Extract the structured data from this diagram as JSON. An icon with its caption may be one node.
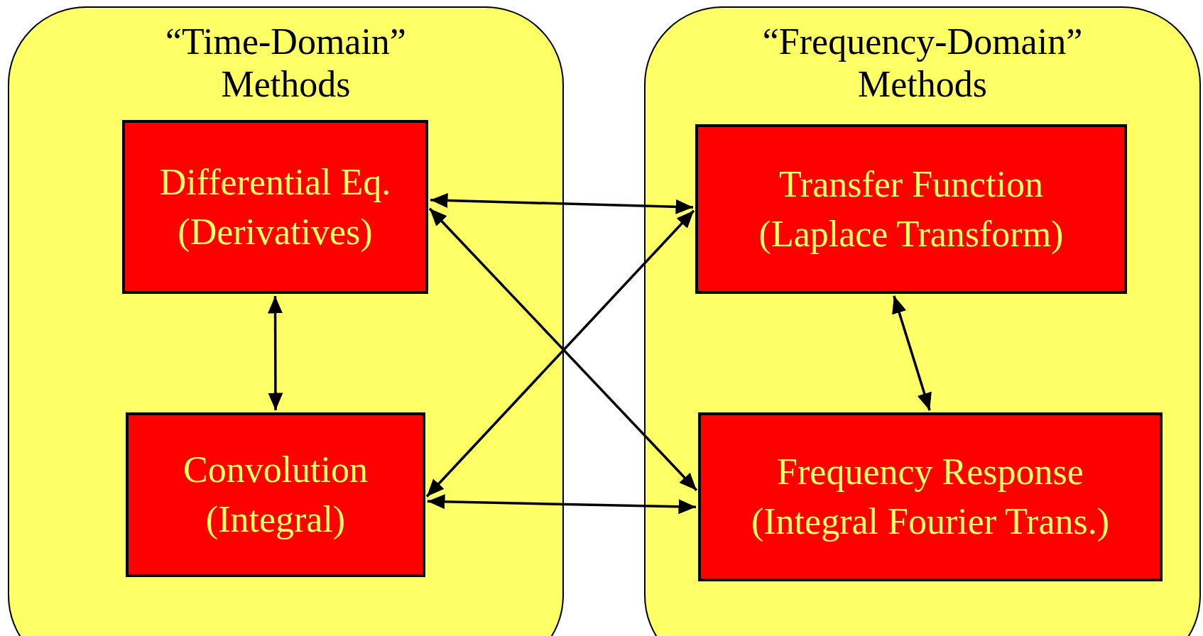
{
  "diagram": {
    "nodes": [
      {
        "text": [
          "“Time-Domain”",
          "Methods"
        ]
      },
      {
        "text": [
          "Differential Eq.",
          "(Derivatives)"
        ],
        "in": 0
      },
      {
        "text": [
          "Convolution",
          "(Integral)"
        ],
        "in": 0
      },
      {
        "text": [
          "“Frequency-Domain”",
          "Methods"
        ]
      },
      {
        "text": [
          "Transfer Function",
          "(Laplace Transform)"
        ],
        "in": 3
      },
      {
        "text": [
          "Frequency Response",
          "(Integral Fourier Trans.)"
        ],
        "in": 3
      }
    ],
    "edges": [
      {
        "from": 1,
        "to": 2,
        "arrow": "both"
      },
      {
        "from": 1,
        "to": 4,
        "arrow": "both"
      },
      {
        "from": 1,
        "to": 5,
        "arrow": "both"
      },
      {
        "from": 4,
        "to": 2,
        "arrow": "both"
      },
      {
        "from": 2,
        "to": 5,
        "arrow": "both"
      },
      {
        "from": 4,
        "to": 5,
        "arrow": "both"
      }
    ]
  }
}
